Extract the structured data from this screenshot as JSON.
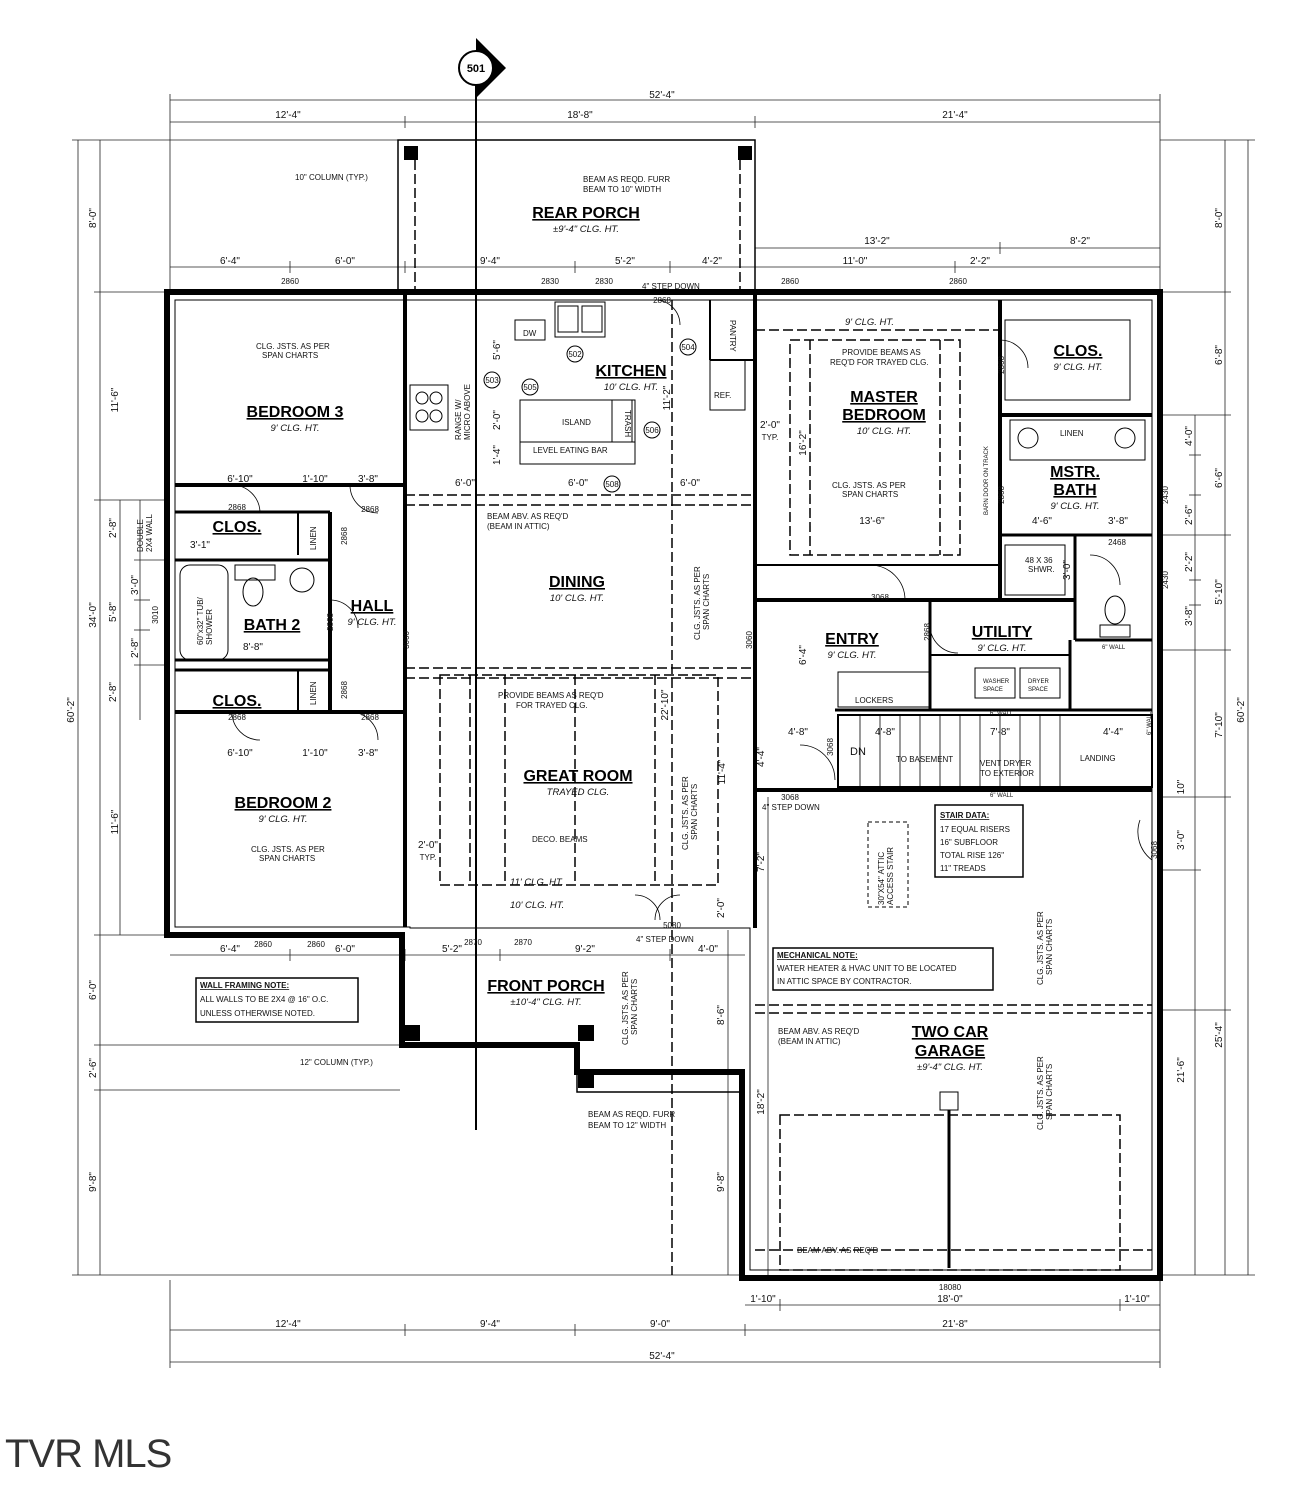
{
  "section_marker": "501",
  "watermark": "TVR MLS",
  "dims": {
    "top_total": "52'-4\"",
    "top_left": "12'-4\"",
    "top_mid": "18'-8\"",
    "top_right": "21'-4\"",
    "rear_13_2": "13'-2\"",
    "rear_8_2": "8'-2\"",
    "rear_6_4": "6'-4\"",
    "rear_6_0": "6'-0\"",
    "rear_9_4": "9'-4\"",
    "rear_5_2": "5'-2\"",
    "rear_4_2": "4'-2\"",
    "rear_11_0": "11'-0\"",
    "rear_2_2": "2'-2\"",
    "left_8_0": "8'-0\"",
    "left_11_6a": "11'-6\"",
    "left_34_0": "34'-0\"",
    "left_60_2": "60'-2\"",
    "left_11_6b": "11'-6\"",
    "left_6_0": "6'-0\"",
    "left_2_6": "2'-6\"",
    "left_9_8": "9'-8\"",
    "left_2_8a": "2'-8\"",
    "left_5_8": "5'-8\"",
    "left_2_8b": "2'-8\"",
    "left_3_0": "3'-0\"",
    "left_2_8c": "2'-8\"",
    "right_8_0": "8'-0\"",
    "right_6_8": "6'-8\"",
    "right_6_6": "6'-6\"",
    "right_4_0": "4'-0\"",
    "right_2_6": "2'-6\"",
    "right_2_2": "2'-2\"",
    "right_5_10": "5'-10\"",
    "right_3_8": "3'-8\"",
    "right_7_10": "7'-10\"",
    "right_60_2": "60'-2\"",
    "right_10": "10\"",
    "right_3_0": "3'-0\"",
    "right_25_4": "25'-4\"",
    "right_21_6": "21'-6\"",
    "bot_12_4": "12'-4\"",
    "bot_9_4": "9'-4\"",
    "bot_9_0": "9'-0\"",
    "bot_21_8": "21'-8\"",
    "bot_total": "52'-4\"",
    "bot_1_10a": "1'-10\"",
    "bot_18_0": "18'-0\"",
    "bot_1_10b": "1'-10\"",
    "front_6_4": "6'-4\"",
    "front_6_0": "6'-0\"",
    "front_5_2": "5'-2\"",
    "front_9_2": "9'-2\"",
    "front_4_0": "4'-0\"",
    "porch_8_6": "8'-6\"",
    "porch_9_8": "9'-8\"",
    "garage_7_2": "7'-2\"",
    "garage_18_2": "18'-2\"",
    "in_6_10a": "6'-10\"",
    "in_1_10a": "1'-10\"",
    "in_3_8a": "3'-8\"",
    "in_3_1": "3'-1\"",
    "in_8_8": "8'-8\"",
    "in_6_10b": "6'-10\"",
    "in_1_10b": "1'-10\"",
    "in_3_8b": "3'-8\"",
    "in_6_0a": "6'-0\"",
    "in_6_0b": "6'-0\"",
    "in_6_0c": "6'-0\"",
    "in_5_6": "5'-6\"",
    "in_2_0a": "2'-0\"",
    "in_1_4": "1'-4\"",
    "in_11_2": "11'-2\"",
    "in_2_0b": "2'-0\"",
    "in_2_0c": "2'-0\"",
    "in_2_0d": "2'-0\"",
    "in_22_10": "22'-10\"",
    "in_11_4": "11'-4\"",
    "in_16_2": "16'-2\"",
    "in_13_6": "13'-6\"",
    "in_4_6": "4'-6\"",
    "in_3_8c": "3'-8\"",
    "in_6_4": "6'-4\"",
    "in_4_8a": "4'-8\"",
    "in_4_8b": "4'-8\"",
    "in_7_8": "7'-8\"",
    "in_4_4a": "4'-4\"",
    "in_4_4b": "4'-4\"",
    "in_3_0": "3'-0\"",
    "typ": "TYP."
  },
  "windows": {
    "w2860a": "2860",
    "w2860b": "2860",
    "w2860c": "2860",
    "w2830a": "2830",
    "w2830b": "2830",
    "w2860d": "2860",
    "w2860e": "2860",
    "w2870a": "2870",
    "w2870b": "2870",
    "w3010": "3010",
    "w2430a": "2430",
    "w2430b": "2430",
    "w18080": "18080"
  },
  "doors": {
    "d2868a": "2868",
    "d2868b": "2868",
    "d2868c": "2868",
    "d2868d": "2868",
    "d2868e": "2868",
    "d2868f": "2868",
    "d2868g": "2868",
    "d2868h": "2868",
    "d2868i": "2868",
    "d2468": "2468",
    "d3068a": "3068",
    "d3068b": "3068",
    "d3068c": "3068",
    "d3068d": "3068",
    "d5080": "5080",
    "d3060a": "3060",
    "d3060b": "3060",
    "d2868j": "2868"
  },
  "rooms": {
    "rear_porch": {
      "name": "REAR PORCH",
      "sub": "±9'-4\" CLG. HT."
    },
    "kitchen": {
      "name": "KITCHEN",
      "sub": "10' CLG. HT."
    },
    "bedroom3": {
      "name": "BEDROOM 3",
      "sub": "9' CLG. HT."
    },
    "master_l1": {
      "name": "MASTER"
    },
    "master_l2": {
      "name": "BEDROOM",
      "sub": "10' CLG. HT."
    },
    "clos_master": {
      "name": "CLOS.",
      "sub": "9' CLG. HT."
    },
    "mstr_bath_l1": {
      "name": "MSTR."
    },
    "mstr_bath_l2": {
      "name": "BATH",
      "sub": "9' CLG. HT."
    },
    "clos1": {
      "name": "CLOS."
    },
    "clos2": {
      "name": "CLOS."
    },
    "bath2": {
      "name": "BATH 2"
    },
    "hall": {
      "name": "HALL",
      "sub": "9' CLG. HT."
    },
    "dining": {
      "name": "DINING",
      "sub": "10' CLG. HT."
    },
    "entry": {
      "name": "ENTRY",
      "sub": "9' CLG. HT."
    },
    "utility": {
      "name": "UTILITY",
      "sub": "9' CLG. HT."
    },
    "great_room": {
      "name": "GREAT ROOM",
      "sub": "TRAYED CLG."
    },
    "bedroom2": {
      "name": "BEDROOM 2",
      "sub": "9' CLG. HT."
    },
    "front_porch": {
      "name": "FRONT PORCH",
      "sub": "±10'-4\" CLG. HT."
    },
    "garage_l1": {
      "name": "TWO CAR"
    },
    "garage_l2": {
      "name": "GARAGE",
      "sub": "±9'-4\" CLG. HT."
    }
  },
  "notes": {
    "col10": "10\" COLUMN (TYP.)",
    "beam_rear1": "BEAM AS REQD. FURR",
    "beam_rear2": "BEAM TO 10\" WIDTH",
    "step_rear": "4\" STEP DOWN",
    "clg_jsts": "CLG. JSTS. AS PER",
    "span_charts": "SPAN CHARTS",
    "range1": "RANGE W/",
    "range2": "MICRO ABOVE",
    "dw": "DW",
    "island": "ISLAND",
    "trash": "TRASH",
    "eating_bar": "LEVEL EATING BAR",
    "pantry": "PANTRY",
    "ref": "REF.",
    "provide1": "PROVIDE BEAMS AS",
    "provide2": "REQ'D FOR TRAYED CLG.",
    "master_clg": "9' CLG. HT.",
    "linen_mb": "LINEN",
    "barn_door": "BARN DOOR ON TRACK",
    "shwr1": "48 X 36",
    "shwr2": "SHWR.",
    "beam_attic1": "BEAM ABV. AS REQ'D",
    "beam_attic2": "(BEAM IN ATTIC)",
    "double1": "DOUBLE",
    "double2": "2X4 WALL",
    "tub1": "60\"x32\" TUB/",
    "tub2": "SHOWER",
    "linen1": "LINEN",
    "linen2": "LINEN",
    "lockers": "LOCKERS",
    "washer1": "WASHER",
    "washer2": "SPACE",
    "dryer1": "DRYER",
    "dryer2": "SPACE",
    "wall6a": "6\" WALL",
    "wall6b": "6\" WALL",
    "wall6c": "6\" WALL",
    "wall6d": "6\" WALL",
    "dn": "DN",
    "to_basement": "TO BASEMENT",
    "vent1": "VENT DRYER",
    "vent2": "TO EXTERIOR",
    "landing": "LANDING",
    "step_garage": "4\" STEP DOWN",
    "provide_gr1": "PROVIDE BEAMS AS REQ'D",
    "provide_gr2": "FOR TRAYED CLG.",
    "deco": "DECO. BEAMS",
    "clg11": "11' CLG. HT.",
    "clg10": "10' CLG. HT.",
    "step_front": "4\" STEP DOWN",
    "attic1": "30\"X54\" ATTIC",
    "attic2": "ACCESS STAIR",
    "beam_g1": "BEAM ABV. AS REQ'D",
    "beam_g2": "(BEAM IN ATTIC)",
    "beam_g3": "BEAM ABV. AS REQ'D",
    "col12": "12\" COLUMN (TYP.)",
    "beam_front1": "BEAM AS REQD. FURR",
    "beam_front2": "BEAM TO 12\" WIDTH"
  },
  "stair_data": {
    "title": "STAIR DATA:",
    "lines": [
      "17 EQUAL RISERS",
      "16\" SUBFLOOR",
      "TOTAL RISE 126\"",
      "11\" TREADS"
    ]
  },
  "mechanical_note": {
    "title": "MECHANICAL NOTE:",
    "lines": [
      "WATER HEATER & HVAC UNIT TO BE LOCATED",
      "IN ATTIC SPACE BY CONTRACTOR."
    ]
  },
  "wall_framing_note": {
    "title": "WALL FRAMING NOTE:",
    "lines": [
      "ALL WALLS TO BE 2X4 @ 16\" O.C.",
      "UNLESS OTHERWISE NOTED."
    ]
  },
  "appliance_tags": [
    "502",
    "503",
    "504",
    "505",
    "506",
    "508"
  ]
}
